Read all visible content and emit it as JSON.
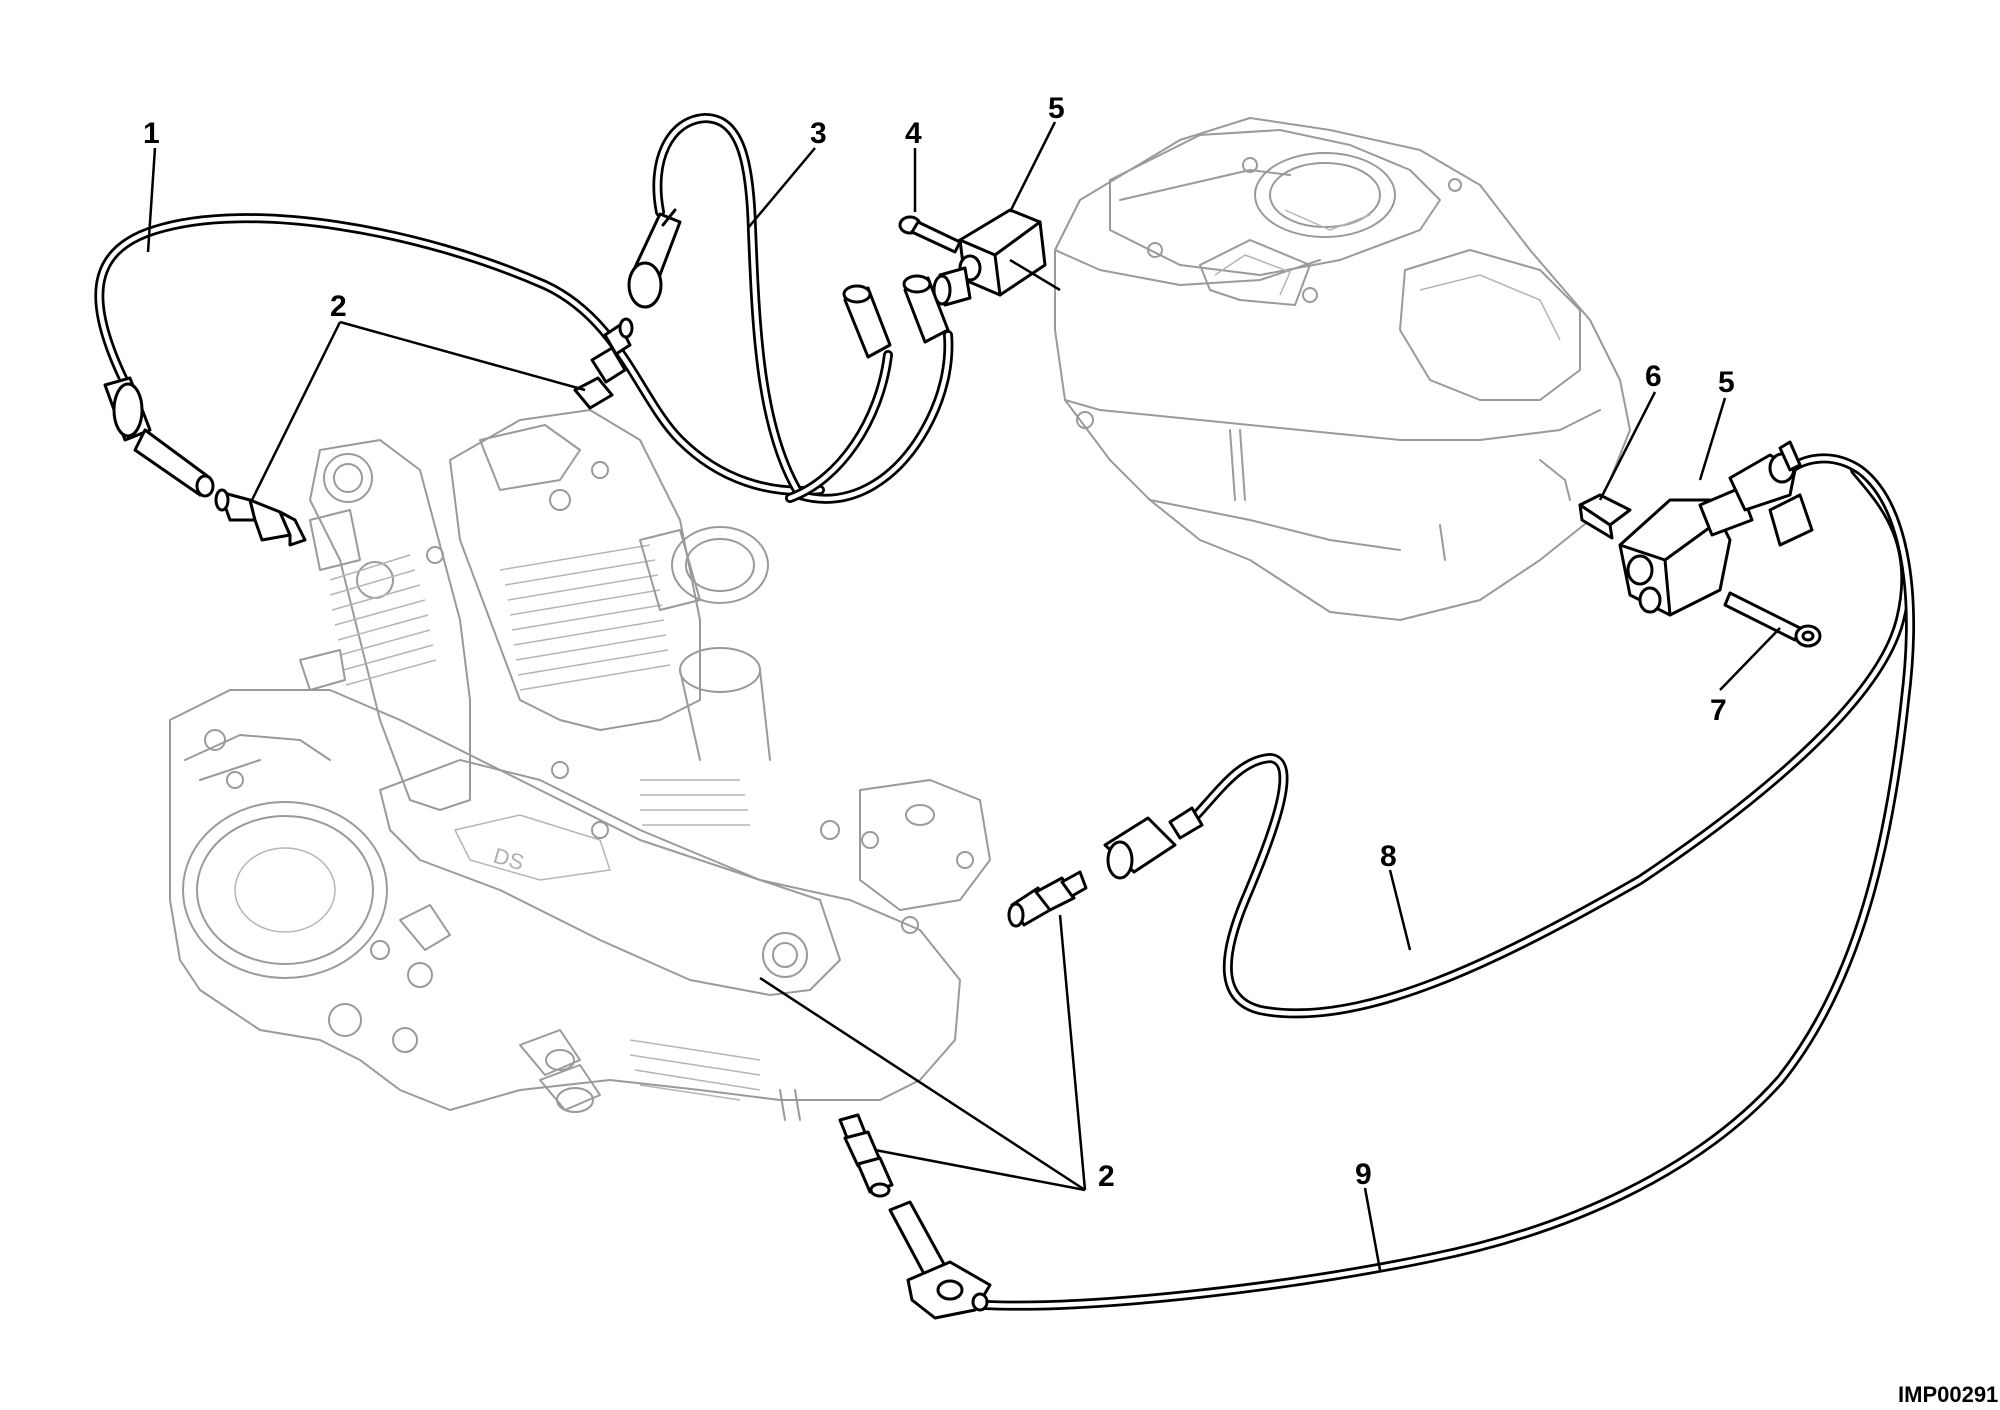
{
  "figure": {
    "reference_code": "IMP00291"
  },
  "callouts": [
    {
      "id": "callout-1",
      "label": "1"
    },
    {
      "id": "callout-2-top",
      "label": "2"
    },
    {
      "id": "callout-2-bottom",
      "label": "2"
    },
    {
      "id": "callout-3",
      "label": "3"
    },
    {
      "id": "callout-4",
      "label": "4"
    },
    {
      "id": "callout-5-left",
      "label": "5"
    },
    {
      "id": "callout-5-right",
      "label": "5"
    },
    {
      "id": "callout-6",
      "label": "6"
    },
    {
      "id": "callout-7",
      "label": "7"
    },
    {
      "id": "callout-8",
      "label": "8"
    },
    {
      "id": "callout-9",
      "label": "9"
    }
  ],
  "colors": {
    "line": "#000000",
    "ghost": "#9a9a9a",
    "background": "#ffffff"
  }
}
